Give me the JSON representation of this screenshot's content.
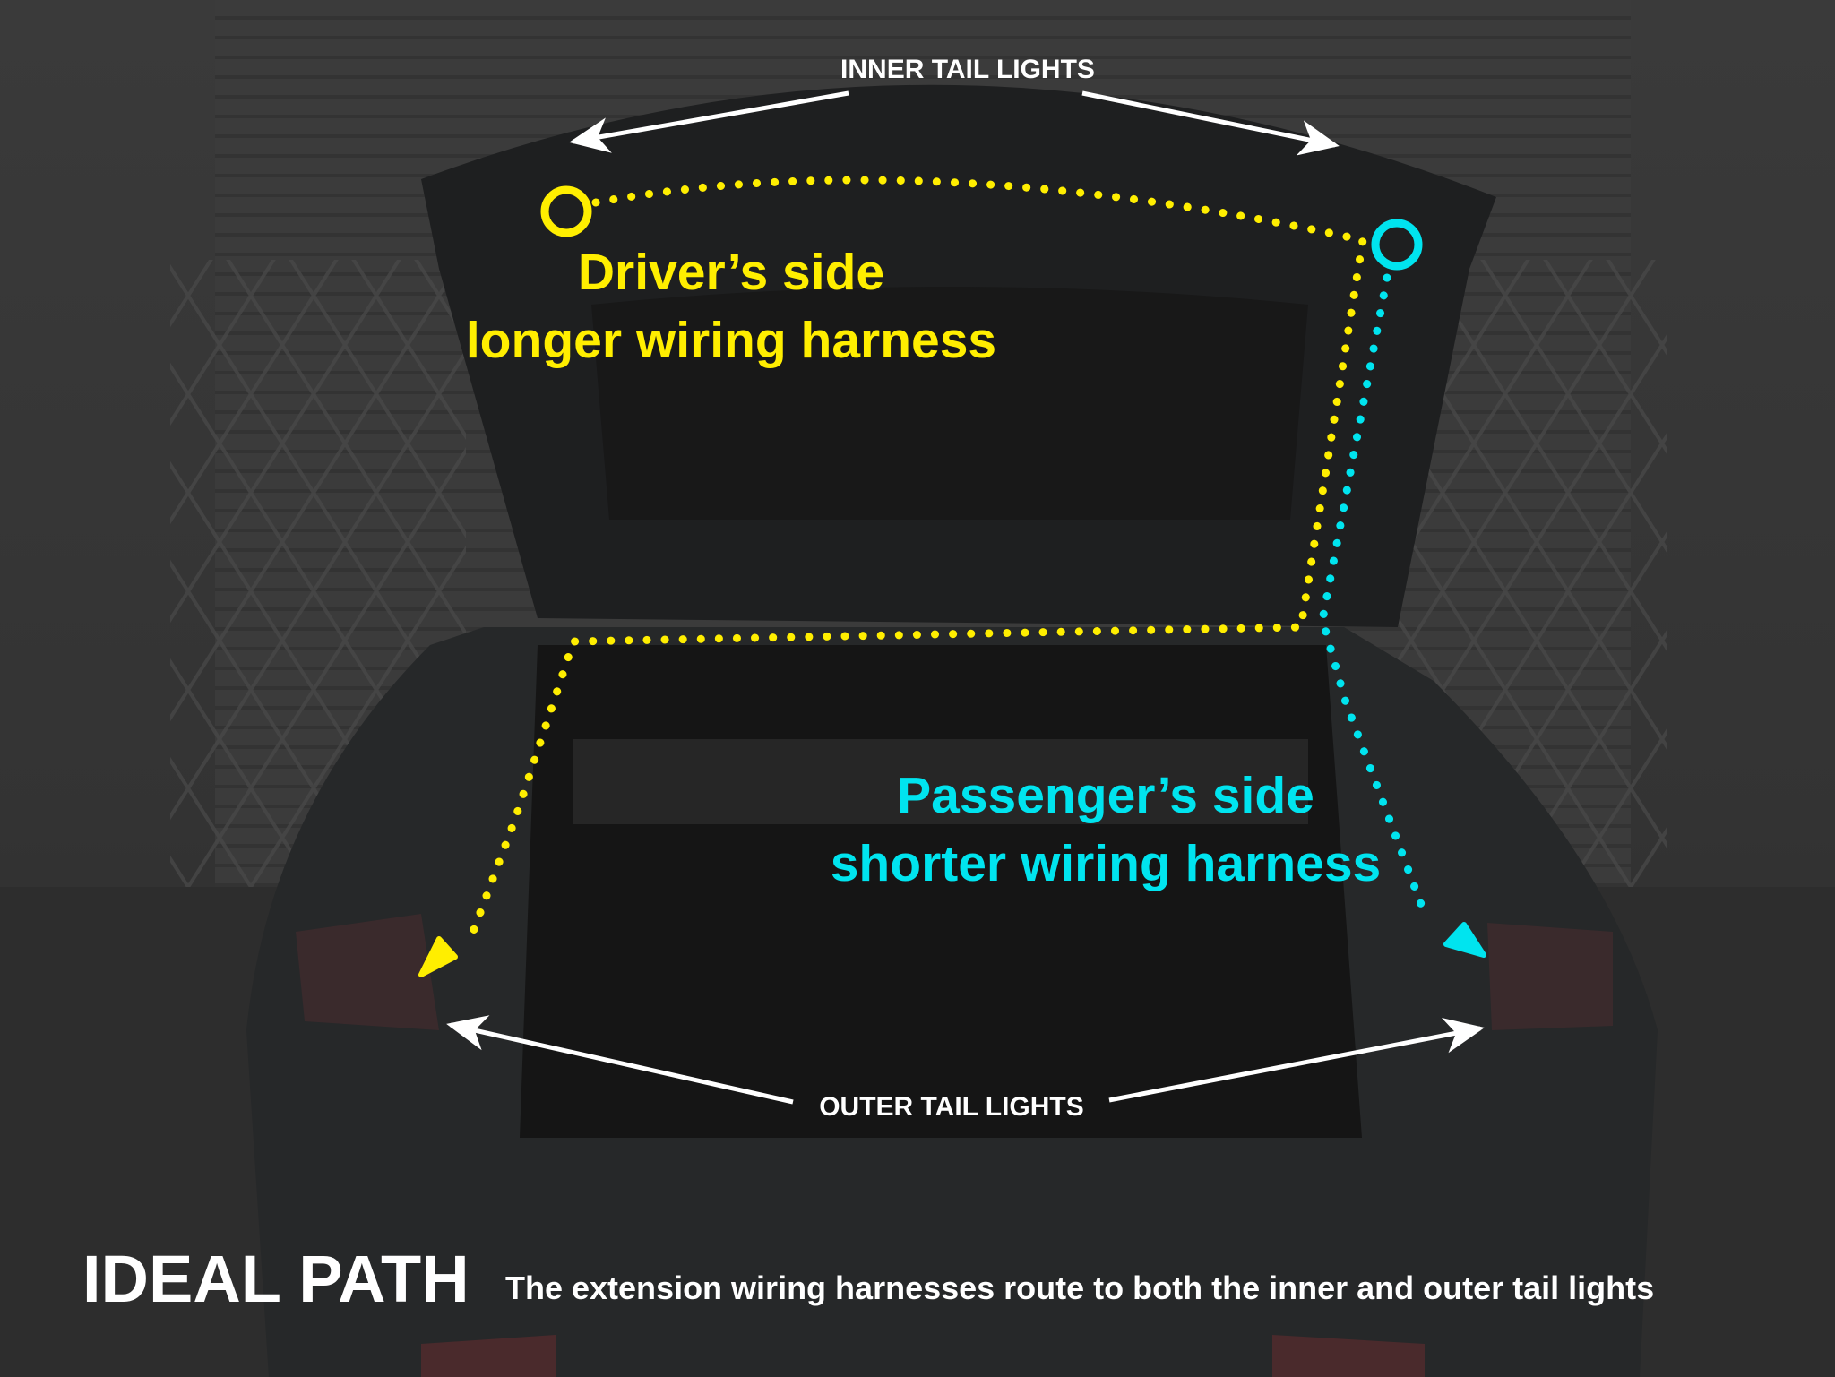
{
  "labels": {
    "inner_tail_lights": "INNER TAIL LIGHTS",
    "outer_tail_lights": "OUTER TAIL LIGHTS",
    "driver_line1": "Driver’s side",
    "driver_line2": "longer wiring harness",
    "passenger_line1": "Passenger’s side",
    "passenger_line2": "shorter wiring harness"
  },
  "footer": {
    "title": "IDEAL PATH",
    "subtitle": "The extension wiring harnesses route to both the inner and outer tail lights"
  },
  "colors": {
    "driver": "#ffee00",
    "passenger": "#00e4ef",
    "arrows": "#ffffff"
  }
}
